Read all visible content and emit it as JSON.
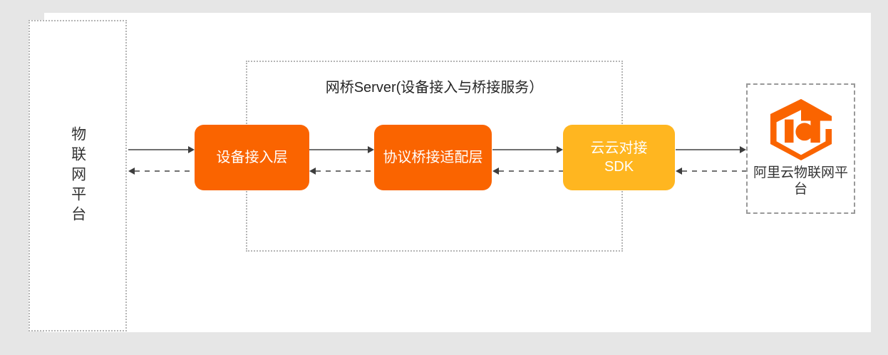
{
  "page": {
    "background_color": "#e6e6e6",
    "panel_color": "#ffffff"
  },
  "colors": {
    "orange": "#fa6400",
    "amber": "#ffb620",
    "line": "#707070",
    "arrow": "#3d3d3d",
    "dashed_border": "#b5b5b5",
    "cloud_border": "#999999",
    "text": "#333333"
  },
  "left_platform": {
    "name": "iot-platform-box",
    "label": "物联网平台",
    "orientation": "vertical"
  },
  "bridge": {
    "title": "网桥Server(设备接入与桥接服务）",
    "boxes": [
      {
        "id": "device-access-layer",
        "label": "设备接入层",
        "color": "#fa6400"
      },
      {
        "id": "protocol-bridge-adapter-layer",
        "label": "协议桥接适配层",
        "color": "#fa6400"
      },
      {
        "id": "cloud-to-cloud-sdk",
        "label": "云云对接\nSDK",
        "color": "#ffb620"
      }
    ]
  },
  "cloud_platform": {
    "name": "aliyun-iot-platform-box",
    "logo_icon": "iot-hexagon-logo-icon",
    "label": "阿里云物联网平台"
  },
  "connectors": [
    {
      "id": "conn-platform-to-access",
      "style": "solid",
      "direction": "right"
    },
    {
      "id": "conn-access-to-platform",
      "style": "dashed",
      "direction": "left"
    },
    {
      "id": "conn-access-to-adapter",
      "style": "solid",
      "direction": "right"
    },
    {
      "id": "conn-adapter-to-access",
      "style": "dashed",
      "direction": "left"
    },
    {
      "id": "conn-adapter-to-sdk",
      "style": "solid",
      "direction": "right"
    },
    {
      "id": "conn-sdk-to-adapter",
      "style": "dashed",
      "direction": "left"
    },
    {
      "id": "conn-sdk-to-cloud",
      "style": "solid",
      "direction": "right"
    },
    {
      "id": "conn-cloud-to-sdk",
      "style": "dashed",
      "direction": "left"
    }
  ]
}
